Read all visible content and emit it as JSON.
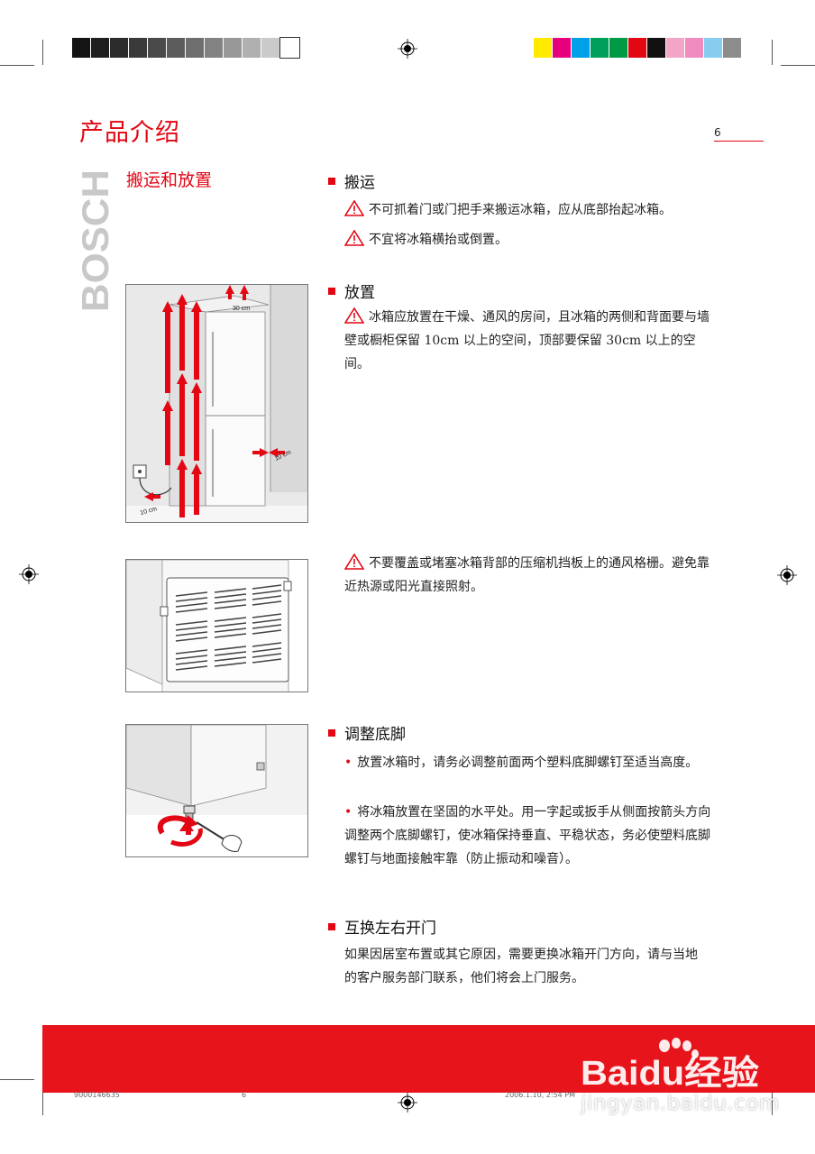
{
  "header": {
    "title": "产品介绍",
    "page_number": "6",
    "brand": "BOSCH",
    "grayscale": [
      "#141414",
      "#1f1f1f",
      "#2c2c2c",
      "#3a3a3a",
      "#4a4a4a",
      "#5c5c5c",
      "#6e6e6e",
      "#828282",
      "#989898",
      "#b0b0b0",
      "#cacaca",
      "#ffffff"
    ],
    "process_colors": [
      "#ffea00",
      "#e6007e",
      "#00a0e9",
      "#00a05a",
      "#009a44",
      "#e30613",
      "#111111",
      "#f3a5c8",
      "#f08bc0",
      "#86cdf0",
      "#8c8c8c"
    ]
  },
  "section": {
    "title": "搬运和放置"
  },
  "transport": {
    "heading": "搬运",
    "warnings": [
      "不可抓着门或门把手来搬运冰箱，应从底部抬起冰箱。",
      "不宜将冰箱横抬或倒置。"
    ]
  },
  "placement": {
    "heading": "放置",
    "warning": "冰箱应放置在干燥、通风的房间，且冰箱的两侧和背面要与墙壁或橱柜保留 10cm 以上的空间，顶部要保留 30cm 以上的空间。",
    "figure_labels": {
      "top": "30 cm",
      "side": "10 cm",
      "back": "10 cm"
    }
  },
  "ventilation": {
    "warning": "不要覆盖或堵塞冰箱背部的压缩机挡板上的通风格栅。避免靠近热源或阳光直接照射。"
  },
  "feet": {
    "heading": "调整底脚",
    "bullets": [
      "放置冰箱时，请务必调整前面两个塑料底脚螺钉至适当高度。",
      "将冰箱放置在坚固的水平处。用一字起或扳手从侧面按箭头方向调整两个底脚螺钉，使冰箱保持垂直、平稳状态，务必使塑料底脚螺钉与地面接触牢靠（防止振动和噪音）。"
    ]
  },
  "door": {
    "heading": "互换左右开门",
    "text": "如果因居室布置或其它原因，需要更换冰箱开门方向，请与当地的客户服务部门联系，他们将会上门服务。"
  },
  "footer": {
    "code": "9000146635",
    "page": "6",
    "timestamp": "2006.1.10, 2:54 PM"
  },
  "watermark": {
    "logo": "Baidu经验",
    "url": "jingyan.baidu.com"
  },
  "colors": {
    "accent": "#e30613",
    "footer_band": "#e8141c"
  }
}
